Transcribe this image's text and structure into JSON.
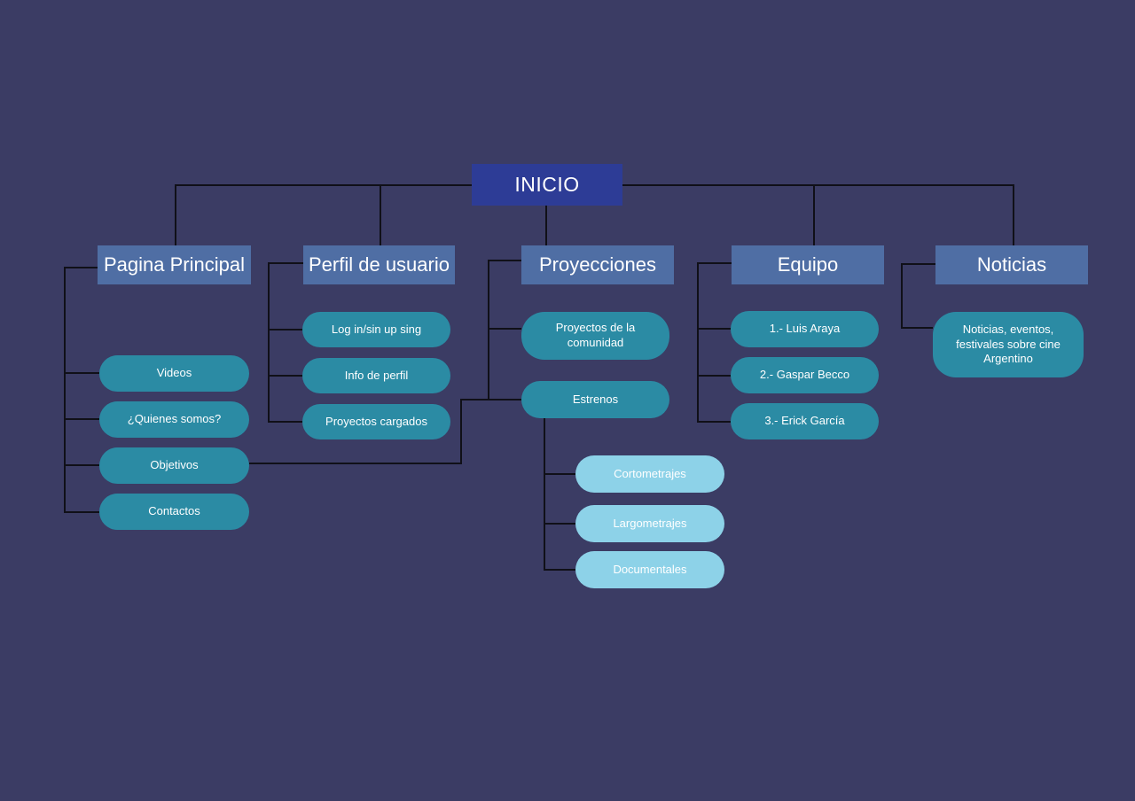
{
  "root": {
    "label": "INICIO"
  },
  "sections": [
    {
      "title": "Pagina Principal",
      "children": [
        "Videos",
        "¿Quienes somos?",
        "Objetivos",
        "Contactos"
      ]
    },
    {
      "title": "Perfil de usuario",
      "children": [
        "Log in/sin up sing",
        "Info de perfil",
        "Proyectos cargados"
      ]
    },
    {
      "title": "Proyecciones",
      "children": [
        "Proyectos de la comunidad",
        "Estrenos"
      ],
      "estrenos_children": [
        "Cortometrajes",
        "Largometrajes",
        "Documentales"
      ]
    },
    {
      "title": "Equipo",
      "children": [
        "1.- Luis Araya",
        "2.- Gaspar Becco",
        "3.- Erick García"
      ]
    },
    {
      "title": "Noticias",
      "children": [
        "Noticias, eventos, festivales sobre cine Argentino"
      ]
    }
  ],
  "colors": {
    "background": "#3b3c64",
    "root_box": "#2d3c96",
    "section_header": "#4f6ea4",
    "pill": "#2b8ba4",
    "pill_light": "#8dd2e8",
    "connector": "#101018",
    "text": "#ffffff"
  }
}
